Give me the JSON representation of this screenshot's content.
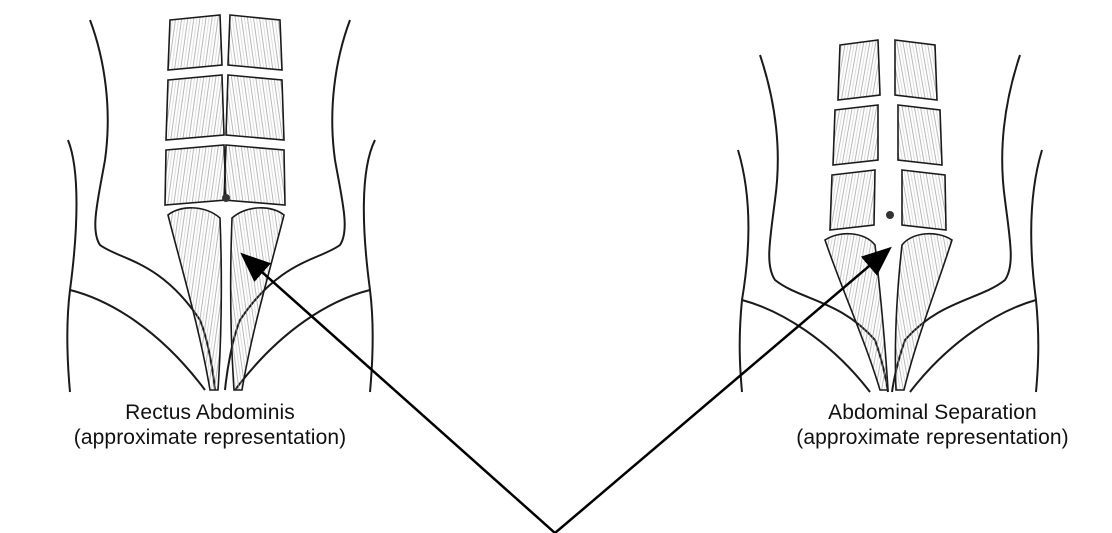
{
  "left_panel": {
    "title": "Rectus Abdominis",
    "subtitle": "(approximate representation)"
  },
  "right_panel": {
    "title": "Abdominal Separation",
    "subtitle": "(approximate representation)"
  },
  "colors": {
    "line": "#1a1a1a",
    "muscle_fill": "#f3f3f3",
    "fiber": "#8a8a8a",
    "arrow": "#000000"
  }
}
